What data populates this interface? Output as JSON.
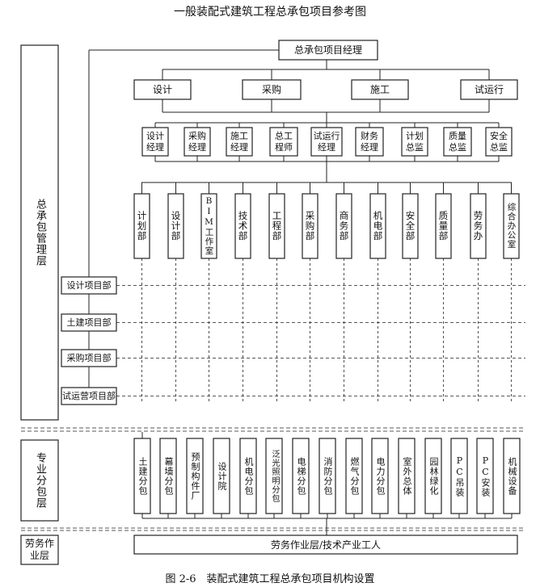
{
  "title": "一般装配式建筑工程总承包项目参考图",
  "caption": "图 2-6　装配式建筑工程总承包项目机构设置",
  "diagram": {
    "manager": "总承包项目经理",
    "top_functions": [
      "设计",
      "采购",
      "施工",
      "试运行"
    ],
    "roles": [
      [
        "设计",
        "经理"
      ],
      [
        "采购",
        "经理"
      ],
      [
        "施工",
        "经理"
      ],
      [
        "总工",
        "程师"
      ],
      [
        "试运行",
        "经理"
      ],
      [
        "财务",
        "经理"
      ],
      [
        "计划",
        "总监"
      ],
      [
        "质量",
        "总监"
      ],
      [
        "安全",
        "总监"
      ]
    ],
    "departments": [
      "计划部",
      "设计部",
      "BIM工作室",
      "技术部",
      "工程部",
      "采购部",
      "商务部",
      "机电部",
      "安全部",
      "质量部",
      "劳务办",
      "综合办公室"
    ],
    "layer_general": "总承包管理层",
    "project_departments": [
      "设计项目部",
      "土建项目部",
      "采购项目部",
      "试运营项目部"
    ],
    "layer_subcontract": "专业分包层",
    "subcontracts": [
      "土建分包",
      "幕墙分包",
      "预制构件厂",
      "设计院",
      "机电分包",
      "泛光照明分包",
      "电梯分包",
      "消防分包",
      "燃气分包",
      "电力分包",
      "室外总体",
      "园林绿化",
      "PC吊装",
      "PC安装",
      "机械设备"
    ],
    "layer_labor": [
      "劳务作",
      "业层"
    ],
    "labor_box": "劳务作业层/技术产业工人"
  }
}
